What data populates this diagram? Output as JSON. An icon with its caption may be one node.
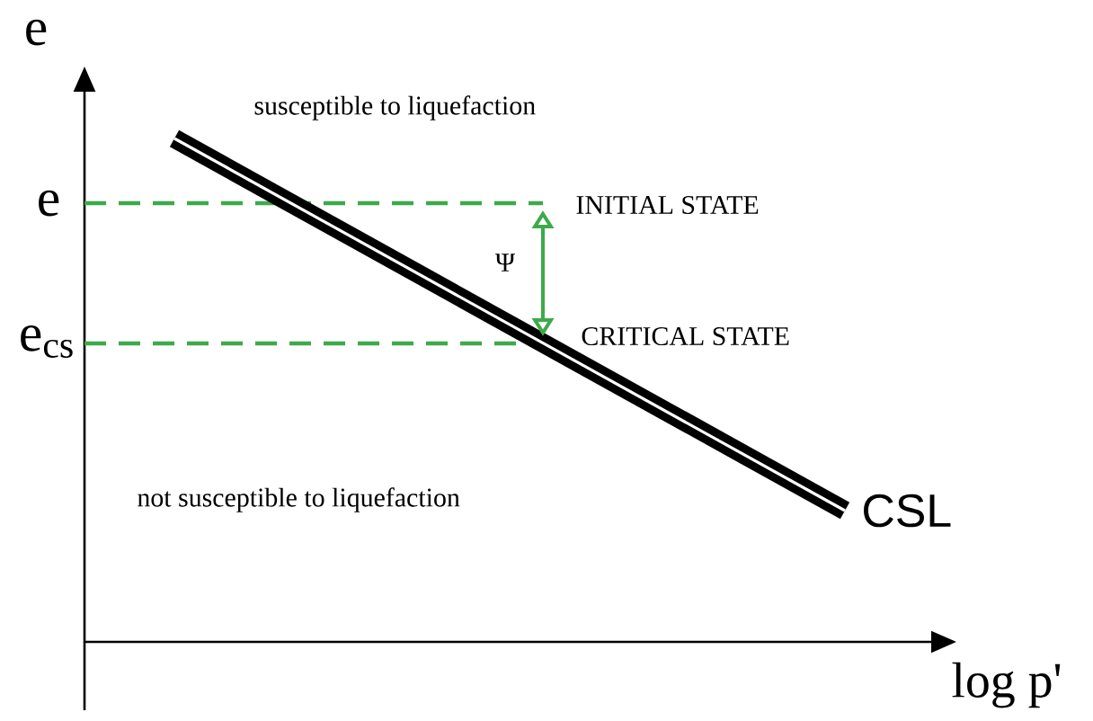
{
  "diagram": {
    "labels": [
      "e",
      "susceptible to liquefaction",
      "e",
      "INITIAL STATE",
      "Ψ",
      "e$_{cs}$",
      "CRITICAL STATE",
      "not susceptible to liquefaction",
      "CSL",
      "log p'"
    ]
  }
}
